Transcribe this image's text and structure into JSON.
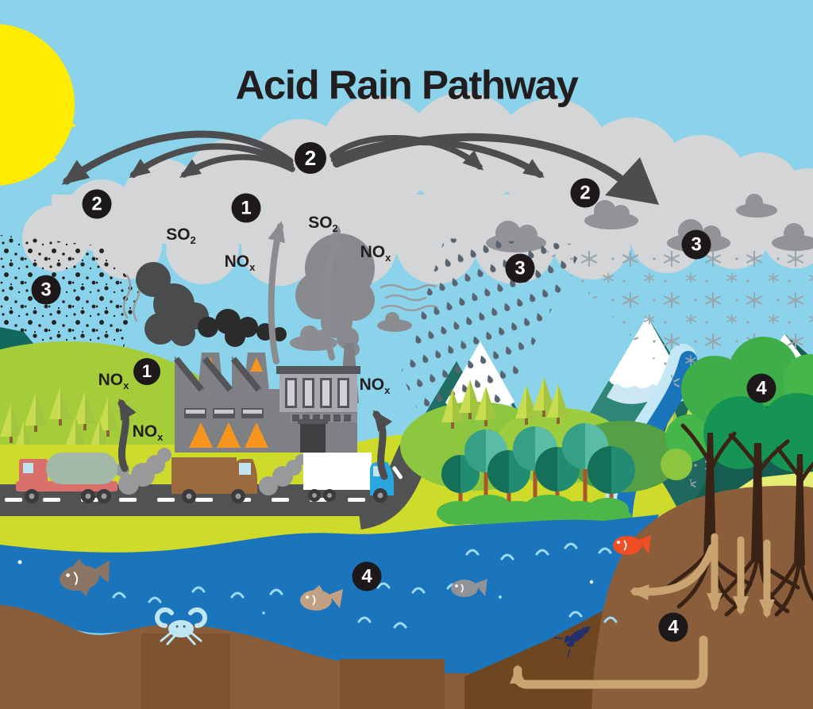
{
  "title": "Acid Rain Pathway",
  "chemicals": {
    "so2": {
      "base": "SO",
      "sub": "2"
    },
    "nox": {
      "base": "NO",
      "sub": "x"
    }
  },
  "steps": {
    "emission": "1",
    "atmospheric_transport": "2",
    "deposition": "3",
    "ecosystem_effects": "4"
  },
  "icons": [
    "sun-icon",
    "cloud-bank",
    "dark-cloud",
    "transport-arrow",
    "factory-icon",
    "smokestack-icon",
    "smoke-plume",
    "rain-icon",
    "snow-icon",
    "dry-deposition-dots",
    "mountain-icon",
    "pine-tree-icon",
    "deciduous-tree-icon",
    "tanker-truck-icon",
    "box-truck-icon",
    "semi-truck-icon",
    "road",
    "river-icon",
    "lake-water",
    "fish-icon",
    "crab-icon",
    "crayfish-icon",
    "tree-roots-icon",
    "soil-leach-arrow",
    "runoff-arrow"
  ],
  "colors": {
    "sky": "#8BD3EA",
    "sun": "#FFEC00",
    "cloud_light": "#D3D5D6",
    "cloud_dark": "#919396",
    "arrow_dark": "#4D4D4F",
    "smoke_gray": "#87898C",
    "rain_drop": "#5A6470",
    "snow_flake": "#9AA6AE",
    "mountain_teal": "#3E8E83",
    "mountain_dark": "#1E685D",
    "grass": "#CEDB2B",
    "hill_green": "#A5CD39",
    "factory_gray": "#7E8083",
    "factory_orange": "#F7941E",
    "water_blue": "#1B75BC",
    "river_light": "#C3E7F5",
    "soil_brown": "#8A5D3B",
    "tan_arrow": "#C9A470",
    "badge_bg": "#1D191A",
    "badge_text": "#FFFFFF",
    "title_text": "#221E1F"
  }
}
